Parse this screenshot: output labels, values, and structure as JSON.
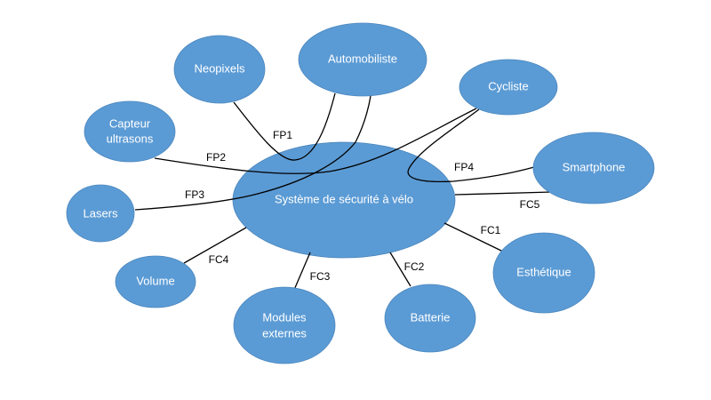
{
  "diagram": {
    "type": "pieuvre",
    "center": {
      "id": "systeme",
      "label": "Système de sécurité à vélo"
    },
    "nodes": [
      {
        "id": "neopixels",
        "label": [
          "Neopixels"
        ]
      },
      {
        "id": "automobiliste",
        "label": [
          "Automobiliste"
        ]
      },
      {
        "id": "cycliste",
        "label": [
          "Cycliste"
        ]
      },
      {
        "id": "capteur",
        "label": [
          "Capteur",
          "ultrasons"
        ]
      },
      {
        "id": "smartphone",
        "label": [
          "Smartphone"
        ]
      },
      {
        "id": "lasers",
        "label": [
          "Lasers"
        ]
      },
      {
        "id": "volume",
        "label": [
          "Volume"
        ]
      },
      {
        "id": "modules",
        "label": [
          "Modules",
          "externes"
        ]
      },
      {
        "id": "batterie",
        "label": [
          "Batterie"
        ]
      },
      {
        "id": "esthetique",
        "label": [
          "Esthétique"
        ]
      }
    ],
    "links": [
      {
        "id": "FP1",
        "label": "FP1",
        "from": "neopixels",
        "to": "automobiliste",
        "via": "systeme"
      },
      {
        "id": "FP2",
        "label": "FP2",
        "from": "capteur",
        "to": "cycliste",
        "via": "systeme"
      },
      {
        "id": "FP3",
        "label": "FP3",
        "from": "lasers",
        "to": "automobiliste",
        "via": "systeme"
      },
      {
        "id": "FP4",
        "label": "FP4",
        "from": "cycliste",
        "to": "smartphone",
        "via": "systeme"
      },
      {
        "id": "FC1",
        "label": "FC1",
        "from": "systeme",
        "to": "esthetique"
      },
      {
        "id": "FC2",
        "label": "FC2",
        "from": "systeme",
        "to": "batterie"
      },
      {
        "id": "FC3",
        "label": "FC3",
        "from": "systeme",
        "to": "modules"
      },
      {
        "id": "FC4",
        "label": "FC4",
        "from": "systeme",
        "to": "volume"
      },
      {
        "id": "FC5",
        "label": "FC5",
        "from": "systeme",
        "to": "smartphone"
      }
    ]
  },
  "colors": {
    "node_fill": "#5b9bd5",
    "node_text": "#ffffff",
    "line": "#000000",
    "background": "#ffffff"
  }
}
